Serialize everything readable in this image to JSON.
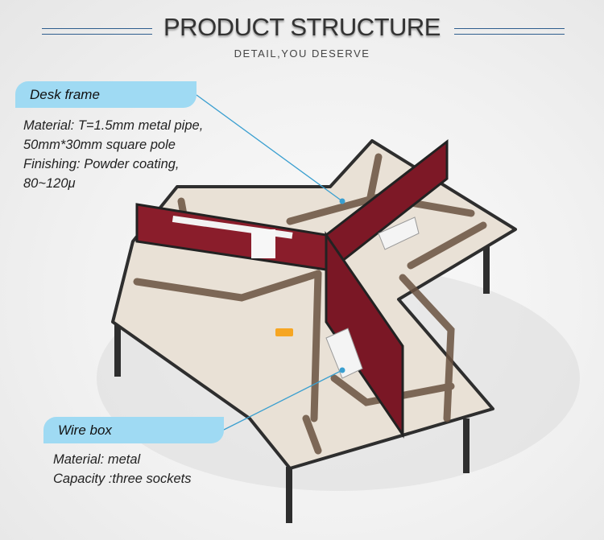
{
  "header": {
    "title": "PRODUCT STRUCTURE",
    "subtitle": "DETAIL,YOU DESERVE"
  },
  "callouts": {
    "desk_frame": {
      "label": "Desk frame",
      "lines": [
        "Material: T=1.5mm metal pipe,",
        "50mm*30mm square pole",
        "Finishing: Powder coating,",
        "80~120μ"
      ]
    },
    "wire_box": {
      "label": "Wire box",
      "lines": [
        "Material: metal",
        "Capacity :three sockets"
      ]
    }
  },
  "colors": {
    "accent_line": "#2f5e8e",
    "callout_bg": "#9fdaf3",
    "leader_line": "#3a9fd0",
    "panel": "#8a1d2b",
    "desk_top": "#e9e1d6",
    "frame_brown": "#6a5240"
  }
}
